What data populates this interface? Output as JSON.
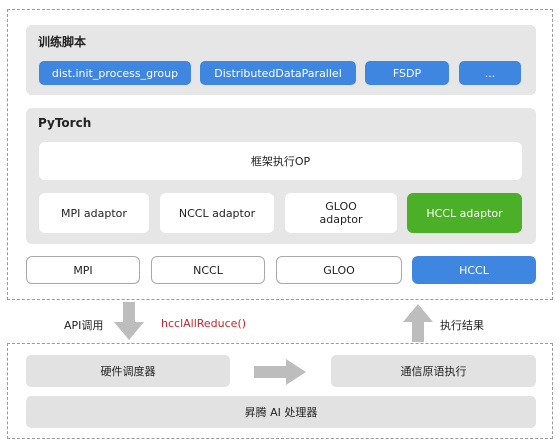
{
  "script_panel": {
    "title": "训练脚本",
    "items": [
      "dist.init_process_group",
      "DistributedDataParallel",
      "FSDP",
      "..."
    ]
  },
  "pytorch_panel": {
    "title": "PyTorch",
    "framework": "框架执行OP",
    "adaptors": [
      "MPI adaptor",
      "NCCL adaptor",
      "GLOO\nadaptor",
      "HCCL adaptor"
    ]
  },
  "backends": [
    "MPI",
    "NCCL",
    "GLOO",
    "HCCL"
  ],
  "flow": {
    "api_call": "API调用",
    "hccl_func": "hcclAllReduce()",
    "exec_result": "执行结果"
  },
  "hardware": {
    "scheduler": "硬件调度器",
    "comm_exec": "通信原语执行",
    "processor": "昇腾 AI 处理器"
  },
  "colors": {
    "blue": "#3f86e0",
    "green": "#4caf28",
    "panel_gray": "#e6e6e6",
    "arrow_gray": "#bdbdbd",
    "red_text": "#c0282d"
  }
}
